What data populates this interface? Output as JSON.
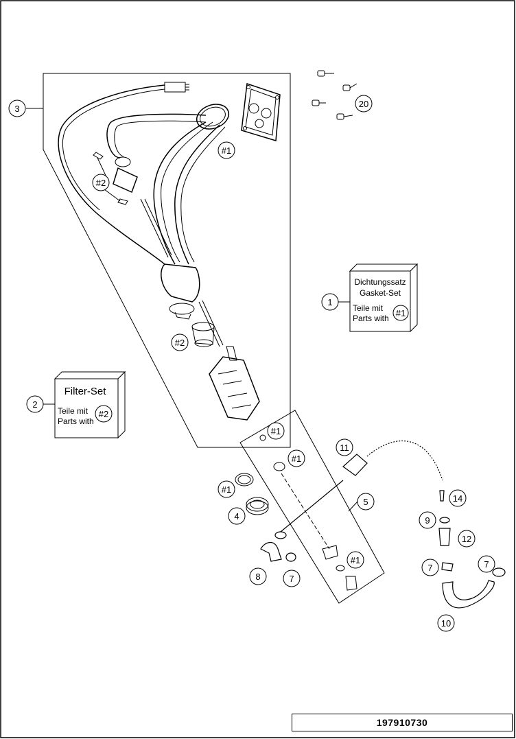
{
  "callouts": {
    "c1": "1",
    "c2": "2",
    "c3": "3",
    "c4": "4",
    "c5": "5",
    "c7a": "7",
    "c7b": "7",
    "c7c": "7",
    "c8": "8",
    "c9": "9",
    "c10": "10",
    "c11": "11",
    "c12": "12",
    "c14": "14",
    "c20": "20",
    "ref1a": "#1",
    "ref1b": "#1",
    "ref1c": "#1",
    "ref1d": "#1",
    "ref1e": "#1",
    "ref1f": "#1",
    "ref2a": "#2",
    "ref2b": "#2",
    "ref2c": "#2"
  },
  "gasket_set": {
    "title_de": "Dichtungssatz",
    "title_en": "Gasket-Set",
    "parts_de": "Teile mit",
    "parts_en": "Parts with"
  },
  "filter_set": {
    "title": "Filter-Set",
    "parts_de": "Teile mit",
    "parts_en": "Parts with"
  },
  "drawing_number": "197910730"
}
